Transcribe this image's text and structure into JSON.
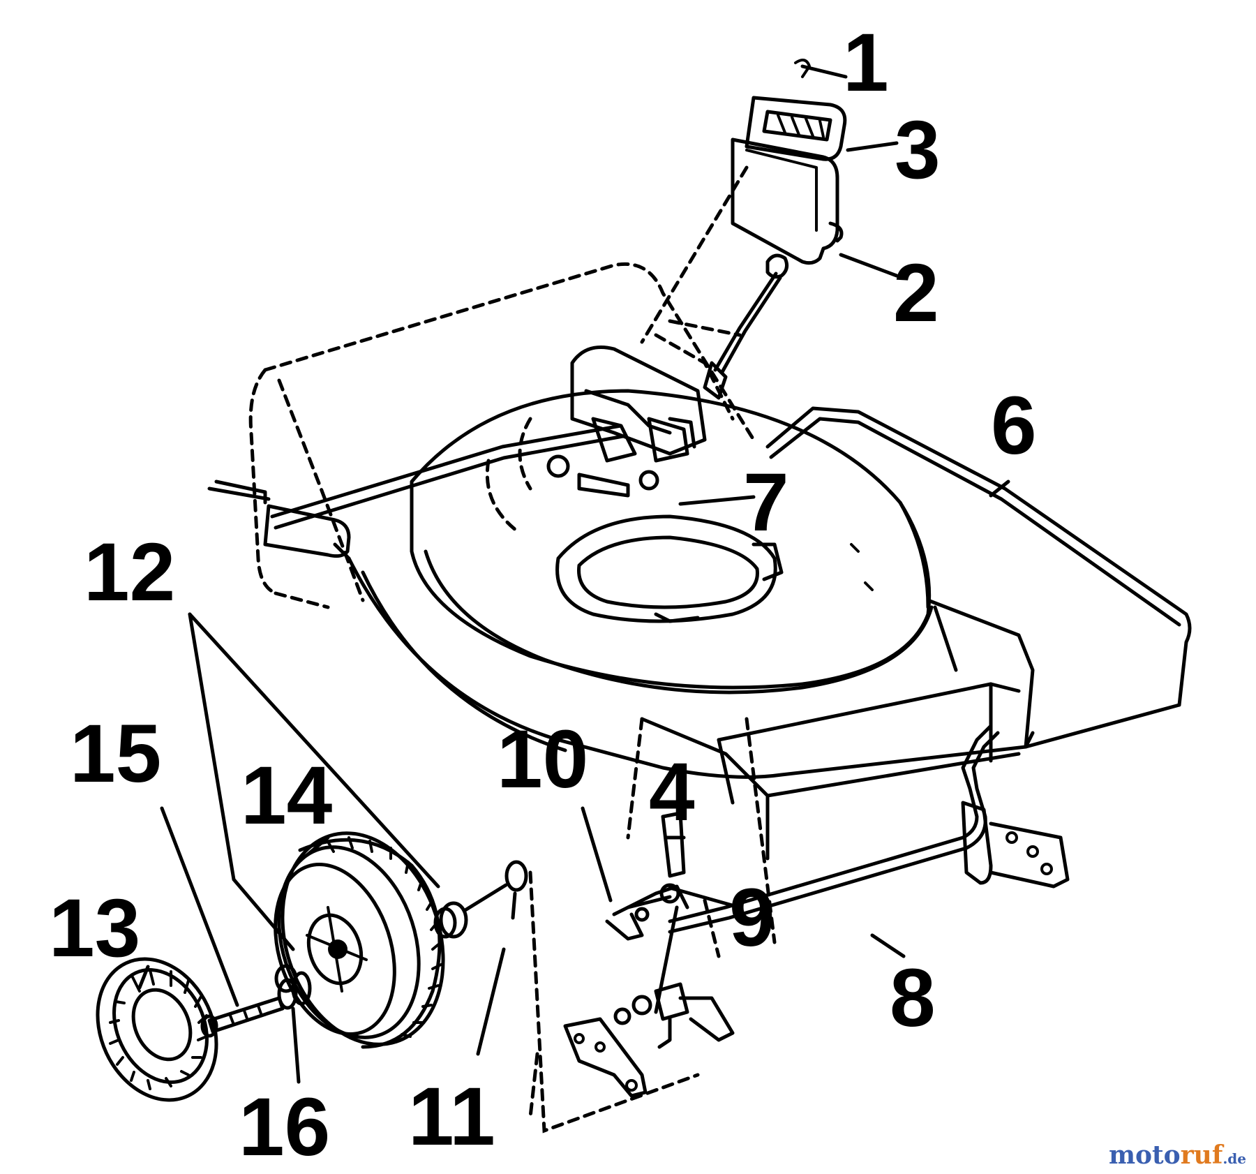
{
  "callouts": [
    {
      "id": "1",
      "label": "1"
    },
    {
      "id": "2",
      "label": "2"
    },
    {
      "id": "3",
      "label": "3"
    },
    {
      "id": "4",
      "label": "4"
    },
    {
      "id": "6",
      "label": "6"
    },
    {
      "id": "7",
      "label": "7"
    },
    {
      "id": "8",
      "label": "8"
    },
    {
      "id": "9",
      "label": "9"
    },
    {
      "id": "10",
      "label": "10"
    },
    {
      "id": "11",
      "label": "11"
    },
    {
      "id": "12",
      "label": "12"
    },
    {
      "id": "13",
      "label": "13"
    },
    {
      "id": "14",
      "label": "14"
    },
    {
      "id": "15",
      "label": "15"
    },
    {
      "id": "16",
      "label": "16"
    }
  ],
  "watermark": {
    "part1": "moto",
    "part2": "ruf",
    "part3": ".de"
  },
  "colors": {
    "line": "#000000",
    "background": "#ffffff",
    "brand_blue": "#3a5fb0",
    "brand_orange": "#e07a1f"
  }
}
